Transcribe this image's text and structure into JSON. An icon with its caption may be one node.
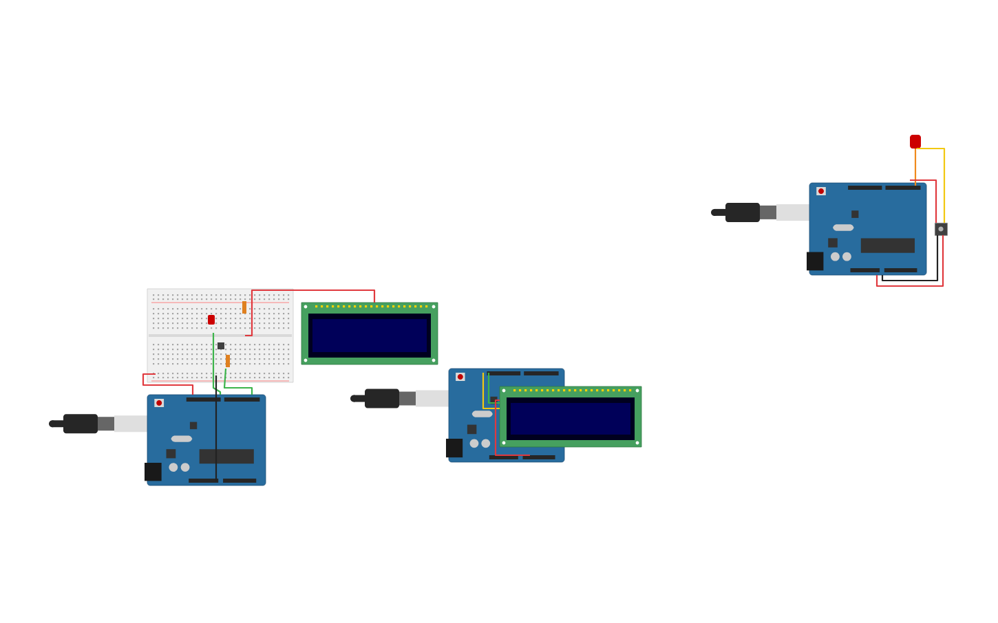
{
  "diagram": {
    "nodes": [
      {
        "text": [],
        "shape": "picture"
      },
      {
        "text": [],
        "shape": "picture"
      },
      {
        "text": [],
        "shape": "picture"
      },
      {
        "text": [],
        "shape": "picture"
      },
      {
        "text": [],
        "shape": "picture"
      },
      {
        "text": [],
        "shape": "picture"
      },
      {
        "text": [],
        "shape": "picture"
      },
      {
        "text": [],
        "shape": "box"
      }
    ],
    "edges": [
      {
        "from": 1,
        "to": 0,
        "arrow": "none",
        "color": "#e0393e"
      },
      {
        "from": 0,
        "to": 2,
        "arrow": "none",
        "color": "#e0393e"
      },
      {
        "from": 0,
        "to": 2,
        "arrow": "none",
        "color": "#3cb44b"
      },
      {
        "from": 0,
        "to": 2,
        "arrow": "none",
        "color": "#3cb44b"
      },
      {
        "from": 0,
        "to": 2,
        "arrow": "none",
        "color": "#222222"
      },
      {
        "from": 3,
        "to": 4,
        "arrow": "none",
        "color": "#f2c811"
      },
      {
        "from": 3,
        "to": 4,
        "arrow": "none",
        "color": "#3cb44b"
      },
      {
        "from": 4,
        "to": 3,
        "arrow": "none",
        "color": "#e0393e"
      },
      {
        "from": 6,
        "to": 5,
        "arrow": "none",
        "color": "#f08a1c"
      },
      {
        "from": 6,
        "to": 7,
        "arrow": "none",
        "color": "#f2c811"
      },
      {
        "from": 5,
        "to": 7,
        "arrow": "none",
        "color": "#e0393e"
      },
      {
        "from": 7,
        "to": 5,
        "arrow": "none",
        "color": "#e0393e"
      },
      {
        "from": 7,
        "to": 5,
        "arrow": "none",
        "color": "#222222"
      }
    ]
  }
}
